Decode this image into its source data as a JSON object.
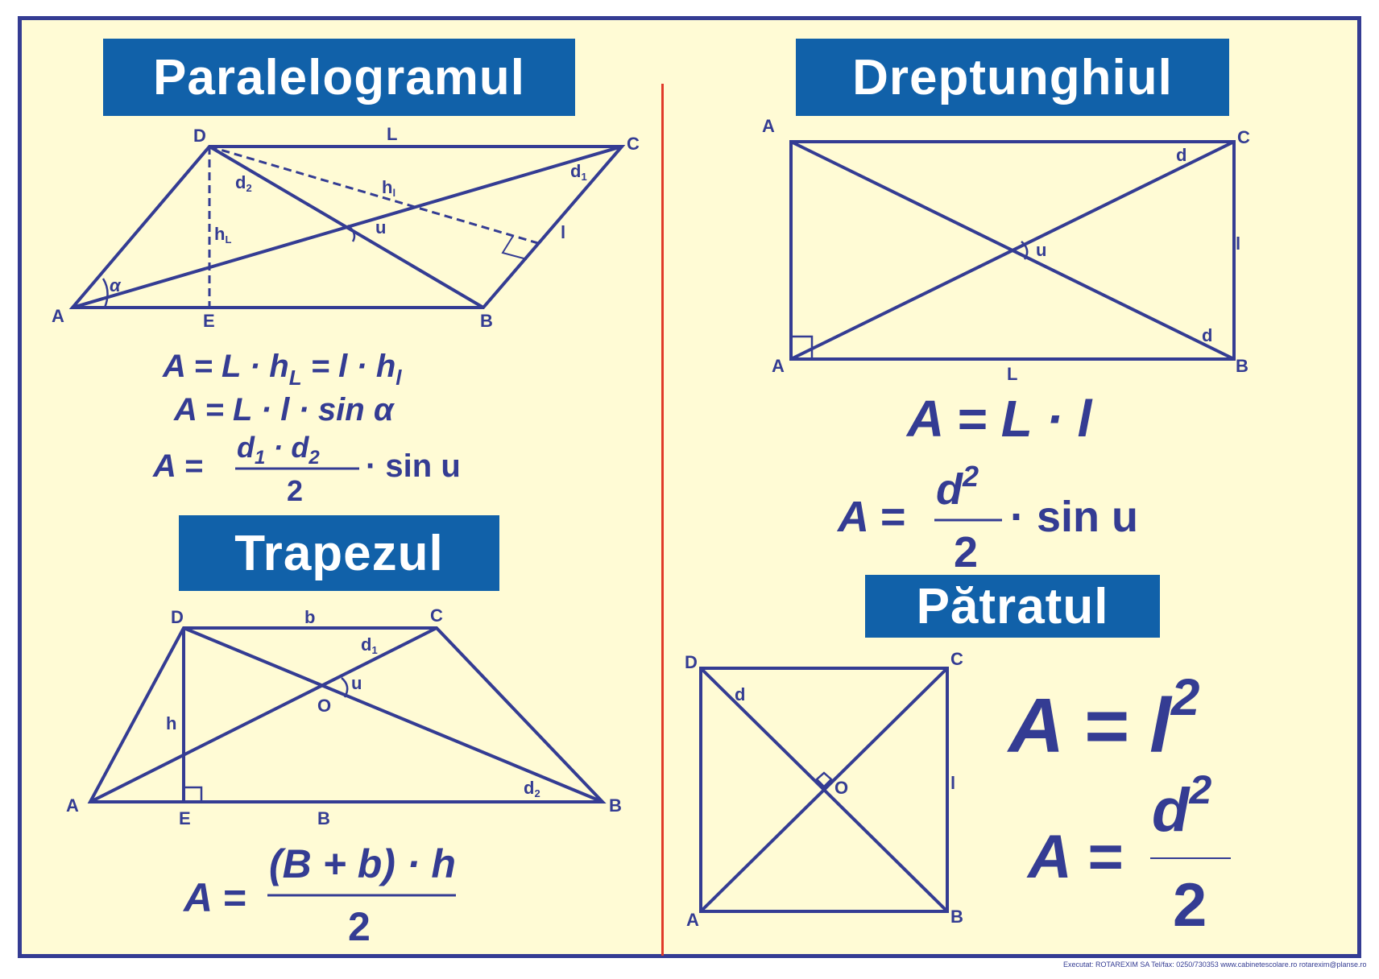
{
  "titles": {
    "parallelogram": "Paralelogramul",
    "rectangle": "Dreptunghiul",
    "trapezoid": "Trapezul",
    "square": "Pătratul"
  },
  "parallelogram": {
    "vertices": {
      "A": "A",
      "B": "B",
      "C": "C",
      "D": "D",
      "E": "E"
    },
    "labels": {
      "L": "L",
      "l": "l",
      "hL": "h",
      "hL_sub": "L",
      "hl": "h",
      "hl_sub": "l",
      "d1": "d",
      "d1_sub": "1",
      "d2": "d",
      "d2_sub": "2",
      "u": "u",
      "alpha": "α"
    },
    "formulas": {
      "f1_a": "A = L · h",
      "f1_a_sub": "L",
      "f1_b": " = l · h",
      "f1_b_sub": "l",
      "f2": "A = L · l · sin α",
      "f3_lhs": "A =",
      "f3_num_d1": "d",
      "f3_num_1": "1",
      "f3_dot": " · d",
      "f3_num_2": "2",
      "f3_den": "2",
      "f3_rhs": "· sin u"
    }
  },
  "rectangle": {
    "vertices": {
      "A_top": "A",
      "A": "A",
      "B": "B",
      "C": "C"
    },
    "labels": {
      "d_top": "d",
      "d_bottom": "d",
      "l": "l",
      "L": "L",
      "u": "u"
    },
    "formulas": {
      "f1": "A = L · l",
      "f2_lhs": "A =",
      "f2_num": "d",
      "f2_exp": "2",
      "f2_den": "2",
      "f2_rhs": "· sin u"
    }
  },
  "trapezoid": {
    "vertices": {
      "A": "A",
      "B": "B",
      "C": "C",
      "D": "D",
      "E": "E",
      "O": "O"
    },
    "labels": {
      "b": "b",
      "B": "B",
      "h": "h",
      "u": "u",
      "d1": "d",
      "d1_sub": "1",
      "d2": "d",
      "d2_sub": "2"
    },
    "formulas": {
      "f_lhs": "A =",
      "f_num": "(B + b) · h",
      "f_den": "2"
    }
  },
  "square": {
    "vertices": {
      "A": "A",
      "B": "B",
      "C": "C",
      "D": "D",
      "O": "O"
    },
    "labels": {
      "d": "d",
      "l": "l"
    },
    "formulas": {
      "f1_lhs": "A = l",
      "f1_exp": "2",
      "f2_lhs": "A =",
      "f2_num": "d",
      "f2_exp": "2",
      "f2_den": "2"
    }
  },
  "footer": "Executat: ROTAREXIM SA  Tel/fax: 0250/730353   www.cabinetescolare.ro   rotarexim@planse.ro",
  "colors": {
    "frame": "#343c93",
    "title_bg": "#1161a9",
    "background": "#fffbd5",
    "divider": "#e03a2a"
  }
}
